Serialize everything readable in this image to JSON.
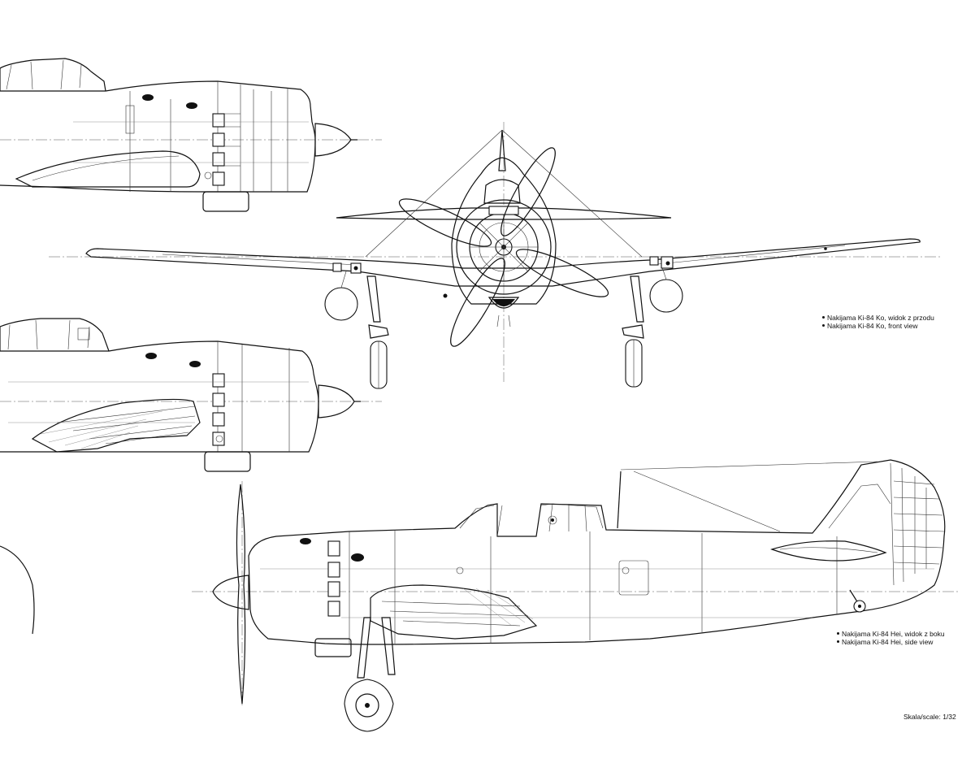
{
  "captions": {
    "front_pl": "Nakijama Ki-84 Ko, widok z przodu",
    "front_en": "Nakijama Ki-84 Ko, front view",
    "side_pl": "Nakijama Ki-84 Hei, widok z boku",
    "side_en": "Nakijama Ki-84 Hei, side view"
  },
  "scale": "Skala/scale: 1/32"
}
